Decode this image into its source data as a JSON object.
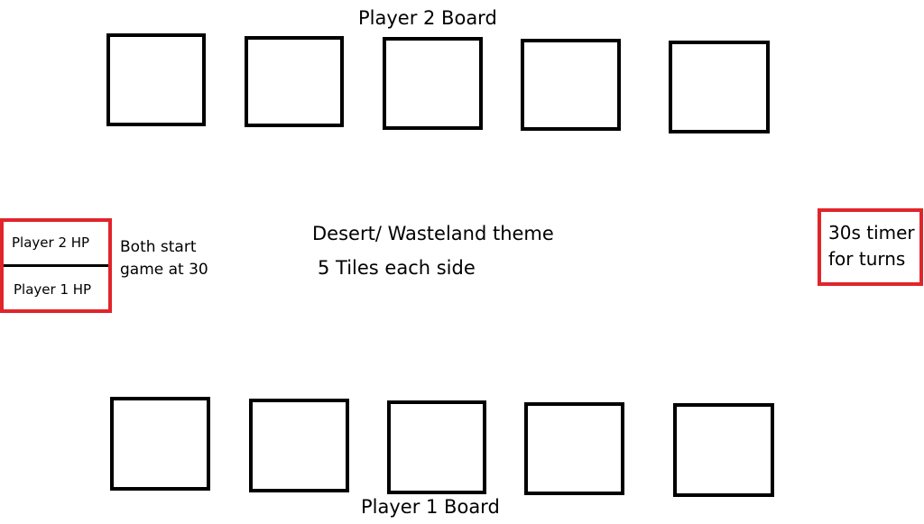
{
  "boards": {
    "player2": {
      "title": "Player 2 Board",
      "tile_count": 5
    },
    "player1": {
      "title": "Player 1 Board",
      "tile_count": 5
    }
  },
  "hp_panel": {
    "player2_label": "Player 2 HP",
    "player1_label": "Player 1 HP",
    "border_color": "#e0252b"
  },
  "notes": {
    "start_hp": "Both start game at 30",
    "theme": "Desert/ Wasteland theme",
    "tiles": "5 Tiles each side"
  },
  "timer": {
    "label": "30s timer for turns",
    "border_color": "#e0252b"
  }
}
